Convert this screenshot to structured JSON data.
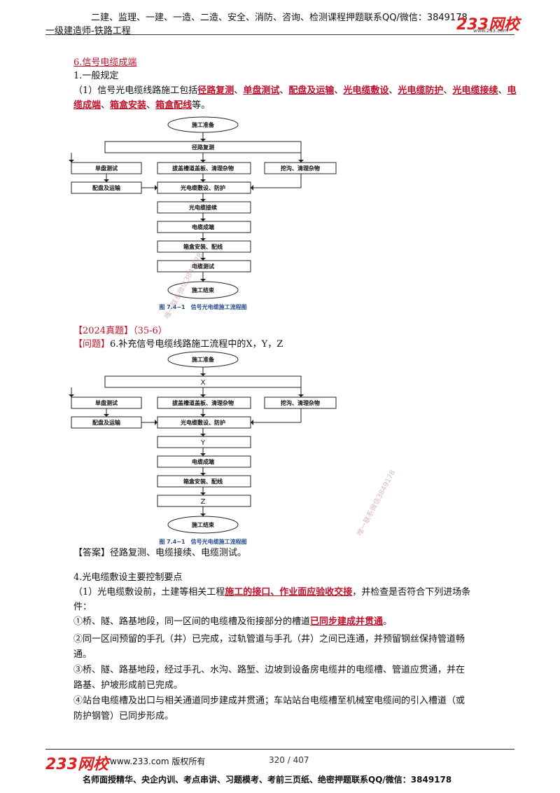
{
  "header": {
    "promo": "二建、监理、一建、一造、二造、安全、消防、咨询、检测课程押题联系QQ/微信：3849178",
    "subtitle": "一级建造师-铁路工程",
    "logo_num": "233",
    "logo_word": "网校",
    "logo_url": "www.233.com"
  },
  "section": {
    "title": "6.信号电缆成端",
    "sub1": "1.一般规定",
    "para1_prefix": "（1）信号光电缆线路施工包括",
    "para1_items": [
      "径路复测",
      "单盘测试",
      "配盘及运输",
      "光电缆敷设",
      "光电缆防护",
      "光电缆接续",
      "电缆成端",
      "箱盒安装",
      "箱盒配线"
    ],
    "para1_sep": "、",
    "para1_suffix": "等。"
  },
  "flow1": {
    "start": "施工准备",
    "survey": "径路复测",
    "single_test": "单盘测试",
    "trough": "拔盖槽道盖板、清理杂物",
    "trench": "挖沟、清理杂物",
    "dispatch": "配盘及运输",
    "laying": "光电缆敷设、防护",
    "splicing": "光电缆接续",
    "terminating": "电缆成端",
    "box": "箱盒安装、配线",
    "testing": "电缆测试",
    "end": "施工结束",
    "caption": "图 7.4−1　信号光电缆施工流程图"
  },
  "question": {
    "tag": "【2024真题】（35-6）",
    "label": "【问题】",
    "text": "6.补充信号电缆线路施工流程中的X，Y，Z"
  },
  "flow2": {
    "start": "施工准备",
    "x": "X",
    "single_test": "单盘测试",
    "trough": "拔盖槽道盖板、清理杂物",
    "trench": "挖沟、清理杂物",
    "dispatch": "配盘及运输",
    "laying": "光电缆敷设、防护",
    "y": "Y",
    "terminating": "电缆成端",
    "box": "箱盒安装、配线",
    "z": "Z",
    "end": "施工结束",
    "caption": "图 7.4−1　信号光电缆施工流程图"
  },
  "answer": {
    "label": "【答案】",
    "text": "径路复测、电缆接续、电缆测试。"
  },
  "section2": {
    "sub": "4.光电缆敷设主要控制要点",
    "p1_a": "（1）光电缆敷设前，土建等相关工程",
    "p1_red": "施工的接口、作业面应验收交接",
    "p1_b": "，并检查是否符合下列进场条",
    "p1_c": "件：",
    "p2_a": "①桥、隧、路基地段，同一区间的电缆槽及衔接部分的槽道",
    "p2_red": "已同步建成并贯通",
    "p2_b": "。",
    "p3_a": "②同一区间预留的手孔（井）已完成，过轨管道与手孔（井）之间已连通，并预留钢丝保持管道畅",
    "p3_b": "通。",
    "p4_a": "③桥、隧、路基地段，经过手孔、水沟、路堑、边坡到设备房电缆井的电缆槽、管道应贯通，并在",
    "p4_b": "路基、护坡形成前已完成。",
    "p5_a": "④站台电缆槽及出口与相关通道同步建成并贯通；车站站台电缆槽至机械室电缆间的引入槽道（或",
    "p5_b": "防护钢管）已同步形成。"
  },
  "watermarks": {
    "wm1": "唯一联系微信3849178",
    "wm2": "唯一联系微信3849178"
  },
  "footer": {
    "site": "www.233.com 版权所有",
    "page": "320 / 407",
    "promo": "名师面授精华、央企内训、考点串讲、习题模考、考前三页纸、绝密押题联系QQ/微信：3849178"
  }
}
